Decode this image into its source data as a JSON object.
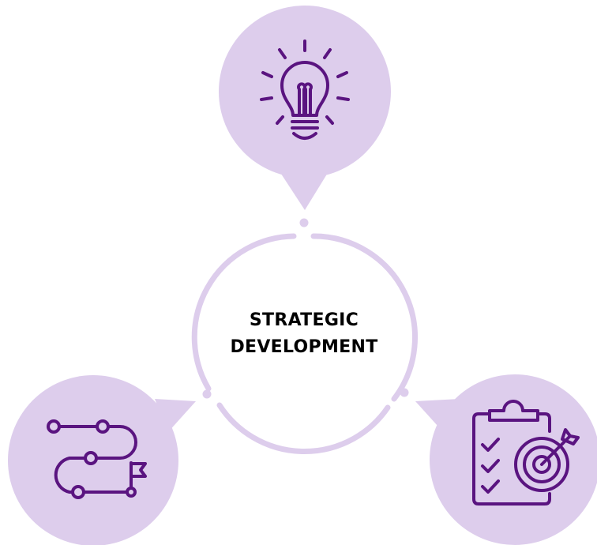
{
  "center": {
    "title_line1": "STRATEGIC",
    "title_line2": "DEVELOPMENT"
  },
  "nodes": [
    {
      "id": "top",
      "icon": "lightbulb-icon"
    },
    {
      "id": "bottom-left",
      "icon": "roadmap-path-icon"
    },
    {
      "id": "bottom-right",
      "icon": "clipboard-target-icon"
    }
  ],
  "colors": {
    "bubble": "#DDCDEC",
    "ring": "#DDCDEC",
    "icon_stroke": "#5A1480",
    "text": "#000000"
  }
}
